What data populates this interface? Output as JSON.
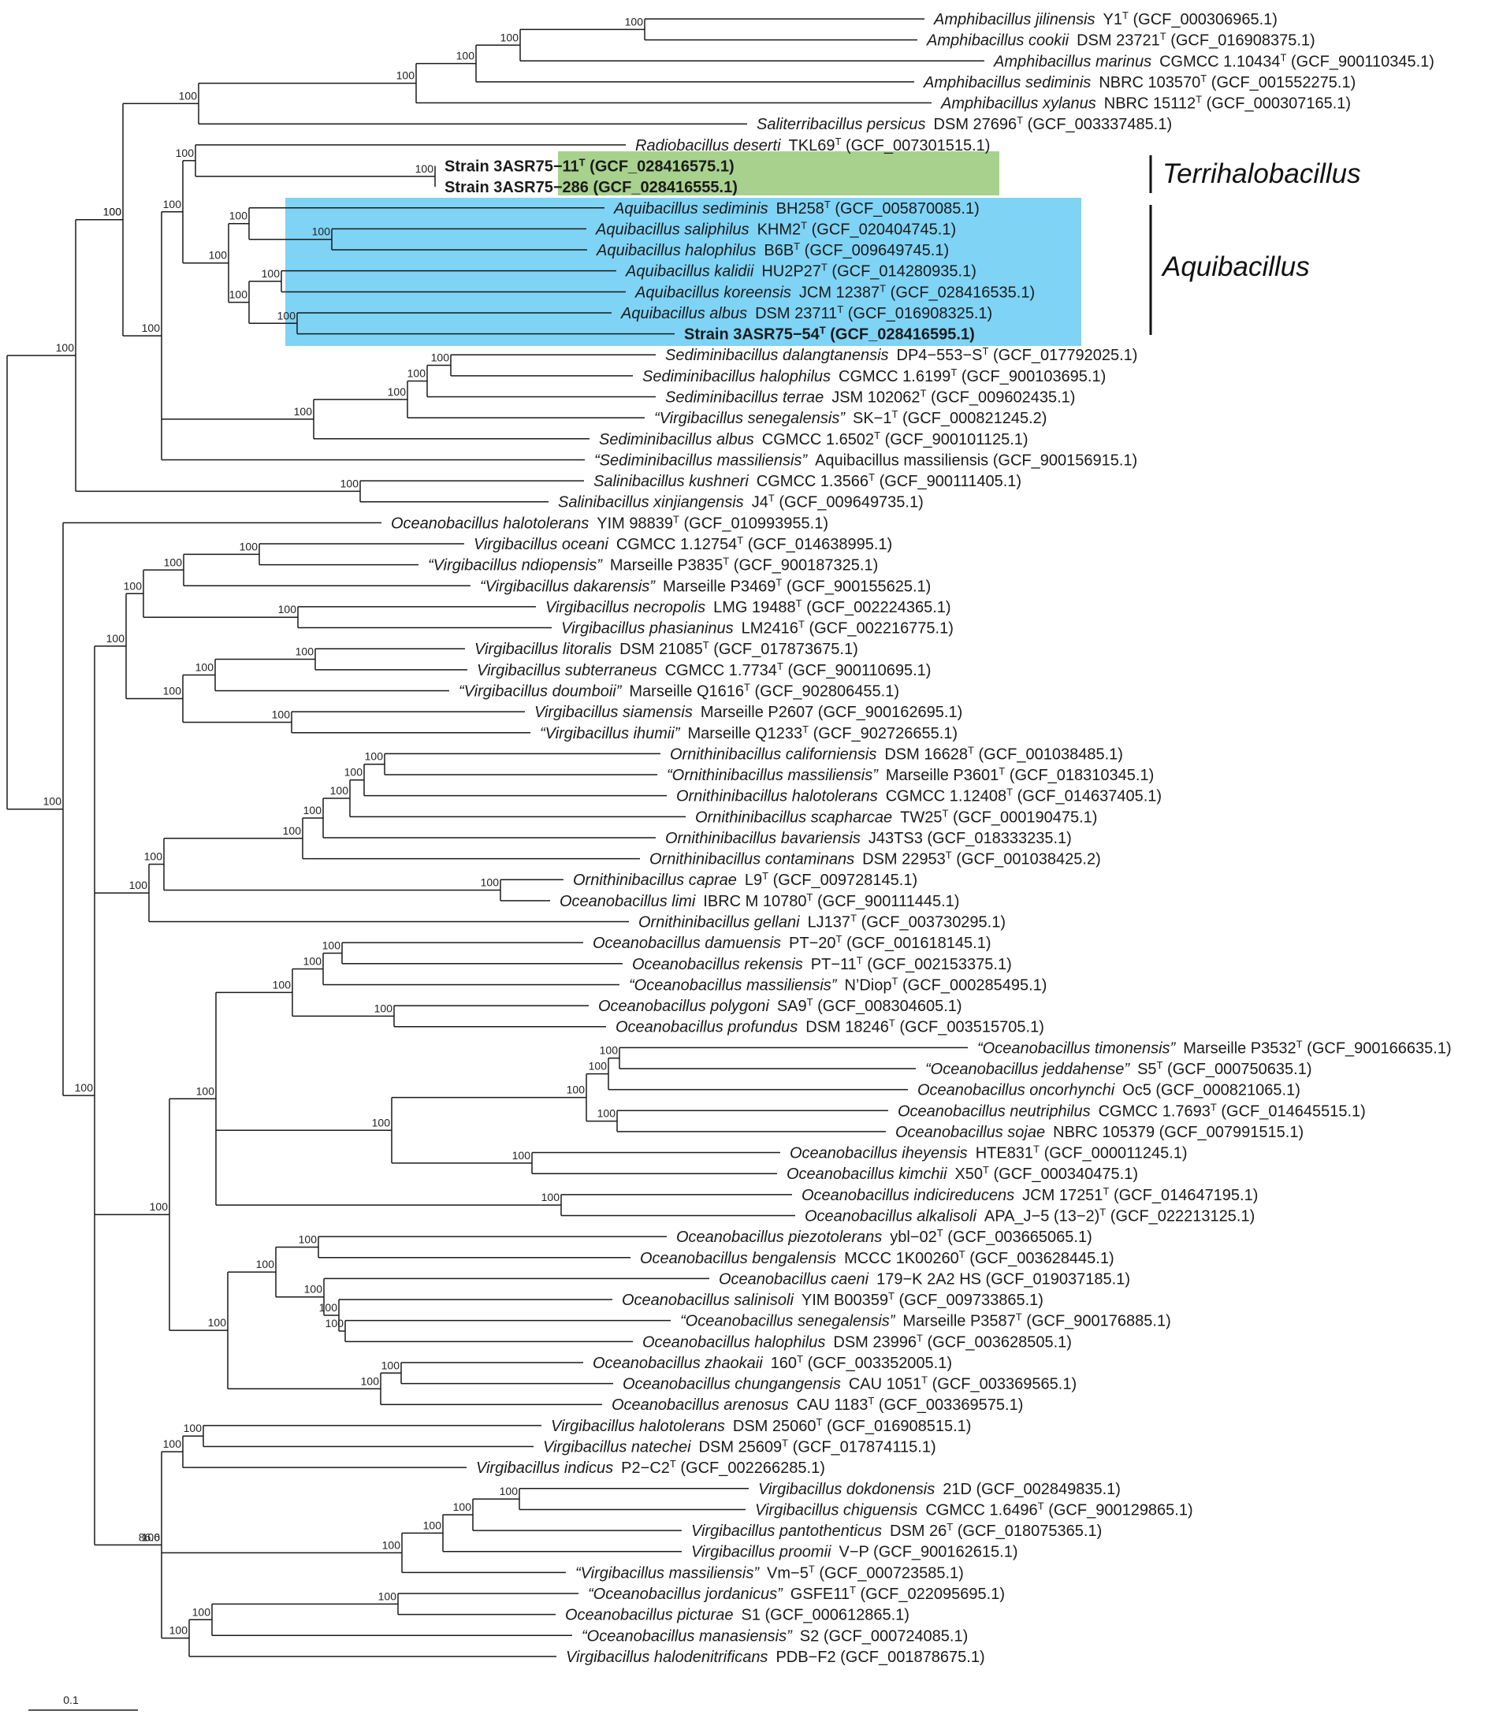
{
  "leaves": [
    {
      "id": "L1",
      "p": "Amphibacillus jilinensis",
      "s": "Y1",
      "t": true,
      "a": "GCF_000306965.1"
    },
    {
      "id": "L2",
      "p": "Amphibacillus cookii",
      "s": "DSM 23721",
      "t": true,
      "a": "GCF_016908375.1"
    },
    {
      "id": "L3",
      "p": "Amphibacillus marinus",
      "s": "CGMCC 1.10434",
      "t": true,
      "a": "GCF_900110345.1"
    },
    {
      "id": "L4",
      "p": "Amphibacillus sediminis",
      "s": "NBRC 103570",
      "t": true,
      "a": "GCF_001552275.1"
    },
    {
      "id": "L5",
      "p": "Amphibacillus xylanus",
      "s": "NBRC 15112",
      "t": true,
      "a": "GCF_000307165.1"
    },
    {
      "id": "L6",
      "p": "Saliterribacillus persicus",
      "s": "DSM 27696",
      "t": true,
      "a": "GCF_003337485.1"
    },
    {
      "id": "L7",
      "p": "Radiobacillus deserti",
      "s": "TKL69",
      "t": true,
      "a": "GCF_007301515.1"
    },
    {
      "id": "L8",
      "b": "Strain 3ASR75−11",
      "t": true,
      "a": "GCF_028416575.1"
    },
    {
      "id": "L9",
      "b": "Strain 3ASR75−286",
      "t": false,
      "a": "GCF_028416555.1"
    },
    {
      "id": "L10",
      "p": "Aquibacillus sediminis",
      "s": "BH258",
      "t": true,
      "a": "GCF_005870085.1"
    },
    {
      "id": "L11",
      "p": "Aquibacillus saliphilus",
      "s": "KHM2",
      "t": true,
      "a": "GCF_020404745.1"
    },
    {
      "id": "L12",
      "p": "Aquibacillus halophilus",
      "s": "B6B",
      "t": true,
      "a": "GCF_009649745.1"
    },
    {
      "id": "L13",
      "p": "Aquibacillus kalidii",
      "s": "HU2P27",
      "t": true,
      "a": "GCF_014280935.1"
    },
    {
      "id": "L14",
      "p": "Aquibacillus koreensis",
      "s": "JCM 12387",
      "t": true,
      "a": "GCF_028416535.1"
    },
    {
      "id": "L15",
      "p": "Aquibacillus albus",
      "s": "DSM 23711",
      "t": true,
      "a": "GCF_016908325.1"
    },
    {
      "id": "L16",
      "b": "Strain 3ASR75−54",
      "t": true,
      "a": "GCF_028416595.1"
    },
    {
      "id": "L17",
      "p": "Sediminibacillus dalangtanensis",
      "s": "DP4−553−S",
      "t": true,
      "a": "GCF_017792025.1"
    },
    {
      "id": "L18",
      "p": "Sediminibacillus halophilus",
      "s": "CGMCC 1.6199",
      "t": true,
      "a": "GCF_900103695.1"
    },
    {
      "id": "L19",
      "p": "Sediminibacillus terrae",
      "s": "JSM 102062",
      "t": true,
      "a": "GCF_009602435.1"
    },
    {
      "id": "L20",
      "p": "“Virgibacillus senegalensis”",
      "s": "SK−1",
      "t": true,
      "a": "GCF_000821245.2"
    },
    {
      "id": "L21",
      "p": "Sediminibacillus albus",
      "s": "CGMCC 1.6502",
      "t": true,
      "a": "GCF_900101125.1"
    },
    {
      "id": "L22",
      "p": "“Sediminibacillus massiliensis”",
      "s": "Aquibacillus massiliensis",
      "t": false,
      "a": "GCF_900156915.1"
    },
    {
      "id": "L23",
      "p": "Salinibacillus kushneri",
      "s": "CGMCC 1.3566",
      "t": true,
      "a": "GCF_900111405.1"
    },
    {
      "id": "L24",
      "p": "Salinibacillus xinjiangensis",
      "s": "J4",
      "t": true,
      "a": "GCF_009649735.1"
    },
    {
      "id": "L25",
      "p": "Oceanobacillus halotolerans",
      "s": "YIM 98839",
      "t": true,
      "a": "GCF_010993955.1"
    },
    {
      "id": "L26",
      "p": "Virgibacillus oceani",
      "s": "CGMCC 1.12754",
      "t": true,
      "a": "GCF_014638995.1"
    },
    {
      "id": "L27",
      "p": "“Virgibacillus ndiopensis”",
      "s": "Marseille P3835",
      "t": true,
      "a": "GCF_900187325.1"
    },
    {
      "id": "L28",
      "p": "“Virgibacillus dakarensis”",
      "s": "Marseille P3469",
      "t": true,
      "a": "GCF_900155625.1"
    },
    {
      "id": "L29",
      "p": "Virgibacillus necropolis",
      "s": "LMG 19488",
      "t": true,
      "a": "GCF_002224365.1"
    },
    {
      "id": "L30",
      "p": "Virgibacillus phasianinus",
      "s": "LM2416",
      "t": true,
      "a": "GCF_002216775.1"
    },
    {
      "id": "L31",
      "p": "Virgibacillus litoralis",
      "s": "DSM 21085",
      "t": true,
      "a": "GCF_017873675.1"
    },
    {
      "id": "L32",
      "p": "Virgibacillus subterraneus",
      "s": "CGMCC 1.7734",
      "t": true,
      "a": "GCF_900110695.1"
    },
    {
      "id": "L33",
      "p": "“Virgibacillus doumboii”",
      "s": "Marseille Q1616",
      "t": true,
      "a": "GCF_902806455.1"
    },
    {
      "id": "L34",
      "p": "Virgibacillus siamensis",
      "s": "Marseille P2607",
      "t": false,
      "a": "GCF_900162695.1"
    },
    {
      "id": "L35",
      "p": "“Virgibacillus ihumii”",
      "s": "Marseille Q1233",
      "t": true,
      "a": "GCF_902726655.1"
    },
    {
      "id": "L36",
      "p": "Ornithinibacillus californiensis",
      "s": "DSM 16628",
      "t": true,
      "a": "GCF_001038485.1"
    },
    {
      "id": "L37",
      "p": "“Ornithinibacillus massiliensis”",
      "s": "Marseille P3601",
      "t": true,
      "a": "GCF_018310345.1"
    },
    {
      "id": "L38",
      "p": "Ornithinibacillus halotolerans",
      "s": "CGMCC 1.12408",
      "t": true,
      "a": "GCF_014637405.1"
    },
    {
      "id": "L39",
      "p": "Ornithinibacillus scapharcae",
      "s": "TW25",
      "t": true,
      "a": "GCF_000190475.1"
    },
    {
      "id": "L40",
      "p": "Ornithinibacillus bavariensis",
      "s": "J43TS3",
      "t": false,
      "a": "GCF_018333235.1"
    },
    {
      "id": "L41",
      "p": "Ornithinibacillus contaminans",
      "s": "DSM 22953",
      "t": true,
      "a": "GCF_001038425.2"
    },
    {
      "id": "L42",
      "p": "Ornithinibacillus caprae",
      "s": "L9",
      "t": true,
      "a": "GCF_009728145.1"
    },
    {
      "id": "L43",
      "p": "Oceanobacillus limi",
      "s": "IBRC M 10780",
      "t": true,
      "a": "GCF_900111445.1"
    },
    {
      "id": "L44",
      "p": "Ornithinibacillus gellani",
      "s": "LJ137",
      "t": true,
      "a": "GCF_003730295.1"
    },
    {
      "id": "L45",
      "p": "Oceanobacillus damuensis",
      "s": "PT−20",
      "t": true,
      "a": "GCF_001618145.1"
    },
    {
      "id": "L46",
      "p": "Oceanobacillus rekensis",
      "s": "PT−11",
      "t": true,
      "a": "GCF_002153375.1"
    },
    {
      "id": "L47",
      "p": "“Oceanobacillus massiliensis”",
      "s": "N’Diop",
      "t": true,
      "a": "GCF_000285495.1"
    },
    {
      "id": "L48",
      "p": "Oceanobacillus polygoni",
      "s": "SA9",
      "t": true,
      "a": "GCF_008304605.1"
    },
    {
      "id": "L49",
      "p": "Oceanobacillus profundus",
      "s": "DSM 18246",
      "t": true,
      "a": "GCF_003515705.1"
    },
    {
      "id": "L50",
      "p": "“Oceanobacillus timonensis”",
      "s": "Marseille P3532",
      "t": true,
      "a": "GCF_900166635.1"
    },
    {
      "id": "L51",
      "p": "“Oceanobacillus jeddahense”",
      "s": "S5",
      "t": true,
      "a": "GCF_000750635.1"
    },
    {
      "id": "L52",
      "p": "Oceanobacillus oncorhynchi",
      "s": "Oc5",
      "t": false,
      "a": "GCF_000821065.1"
    },
    {
      "id": "L53",
      "p": "Oceanobacillus neutriphilus",
      "s": "CGMCC 1.7693",
      "t": true,
      "a": "GCF_014645515.1"
    },
    {
      "id": "L54",
      "p": "Oceanobacillus sojae",
      "s": "NBRC 105379",
      "t": false,
      "a": "GCF_007991515.1"
    },
    {
      "id": "L55",
      "p": "Oceanobacillus iheyensis",
      "s": "HTE831",
      "t": true,
      "a": "GCF_000011245.1"
    },
    {
      "id": "L56",
      "p": "Oceanobacillus kimchii",
      "s": "X50",
      "t": true,
      "a": "GCF_000340475.1"
    },
    {
      "id": "L57",
      "p": "Oceanobacillus indicireducens",
      "s": "JCM 17251",
      "t": true,
      "a": "GCF_014647195.1"
    },
    {
      "id": "L58",
      "p": "Oceanobacillus alkalisoli",
      "s": "APA_J−5 (13−2)",
      "t": true,
      "a": "GCF_022213125.1"
    },
    {
      "id": "L59",
      "p": "Oceanobacillus piezotolerans",
      "s": "ybl−02",
      "t": true,
      "a": "GCF_003665065.1"
    },
    {
      "id": "L60",
      "p": "Oceanobacillus bengalensis",
      "s": "MCCC 1K00260",
      "t": true,
      "a": "GCF_003628445.1"
    },
    {
      "id": "L61",
      "p": "Oceanobacillus caeni",
      "s": "179−K 2A2 HS",
      "t": false,
      "a": "GCF_019037185.1"
    },
    {
      "id": "L62",
      "p": "Oceanobacillus salinisoli",
      "s": "YIM B00359",
      "t": true,
      "a": "GCF_009733865.1"
    },
    {
      "id": "L63",
      "p": "“Oceanobacillus senegalensis”",
      "s": "Marseille P3587",
      "t": true,
      "a": "GCF_900176885.1"
    },
    {
      "id": "L64",
      "p": "Oceanobacillus halophilus",
      "s": "DSM 23996",
      "t": true,
      "a": "GCF_003628505.1"
    },
    {
      "id": "L65",
      "p": "Oceanobacillus zhaokaii",
      "s": "160",
      "t": true,
      "a": "GCF_003352005.1"
    },
    {
      "id": "L66",
      "p": "Oceanobacillus chungangensis",
      "s": "CAU 1051",
      "t": true,
      "a": "GCF_003369565.1"
    },
    {
      "id": "L67",
      "p": "Oceanobacillus arenosus",
      "s": "CAU 1183",
      "t": true,
      "a": "GCF_003369575.1"
    },
    {
      "id": "L68",
      "p": "Virgibacillus halotolerans",
      "s": "DSM 25060",
      "t": true,
      "a": "GCF_016908515.1"
    },
    {
      "id": "L69",
      "p": "Virgibacillus natechei",
      "s": "DSM 25609",
      "t": true,
      "a": "GCF_017874115.1"
    },
    {
      "id": "L70",
      "p": "Virgibacillus indicus",
      "s": "P2−C2",
      "t": true,
      "a": "GCF_002266285.1"
    },
    {
      "id": "L71",
      "p": "Virgibacillus dokdonensis",
      "s": "21D",
      "t": false,
      "a": "GCF_002849835.1"
    },
    {
      "id": "L72",
      "p": "Virgibacillus chiguensis",
      "s": "CGMCC 1.6496",
      "t": true,
      "a": "GCF_900129865.1"
    },
    {
      "id": "L73",
      "p": "Virgibacillus pantothenticus",
      "s": "DSM 26",
      "t": true,
      "a": "GCF_018075365.1"
    },
    {
      "id": "L74",
      "p": "Virgibacillus proomii",
      "s": "V−P",
      "t": false,
      "a": "GCF_900162615.1"
    },
    {
      "id": "L75",
      "p": "“Virgibacillus massiliensis”",
      "s": "Vm−5",
      "t": true,
      "a": "GCF_000723585.1"
    },
    {
      "id": "L76",
      "p": "“Oceanobacillus jordanicus”",
      "s": "GSFE11",
      "t": true,
      "a": "GCF_022095695.1"
    },
    {
      "id": "L77",
      "p": "Oceanobacillus picturae",
      "s": "S1",
      "t": false,
      "a": "GCF_000612865.1"
    },
    {
      "id": "L78",
      "p": "“Oceanobacillus manasiensis”",
      "s": "S2",
      "t": false,
      "a": "GCF_000724085.1"
    },
    {
      "id": "L79",
      "p": "Virgibacillus halodenitrificans",
      "s": "PDB−F2",
      "t": false,
      "a": "GCF_001878675.1"
    }
  ],
  "tree": "(((((((((L1,L2)100,L3)100,L4)100,L5)100,L6)100,(((L7,(L8,L9)100)100,((L10,(L11,L12)100)100,((L13,L14)100,(L15,L16)100)100)100)100,((((L17,L18)100,L19)100,L20)100,L21)100,L22)100)100)100,(L23,L24)100)100,(L25,(((((L26,L27)100,L28)100,(L29,L30)100)100,(((L31,L32)100,L33)100,(L34,L35)100)100)100,(((((((L36,L37)100,L38)100,L39)100,L40)100,L41)100,(L42,L43)100)100,L44)100,(((((L45,L46)100,L47)100,(L48,L49)100)100,((((L50,L51)100,L52)100,(L53,L54)100)100,(L55,L56)100)100,(L57,L58)100)100,(((L59,L60)100,(L61,(L62,(L63,L64)100)100)100)100,(((L65,L66)100,L67)100))100)100,((((L68,L69)100,L70)100,((((L71,L72)100,L73)100,L74)100,L75)100,(((L76,L77)100,L78)100,L79)100)86.6)100)100)100)100)100)100)100)100",
  "genera": [
    {
      "name": "Terrihalobacillus",
      "color": "#a9d18e"
    },
    {
      "name": "Aquibacillus",
      "color": "#7fd3f5"
    }
  ],
  "scale_bar": {
    "label": "0.1"
  },
  "type_strain_marker": "T"
}
